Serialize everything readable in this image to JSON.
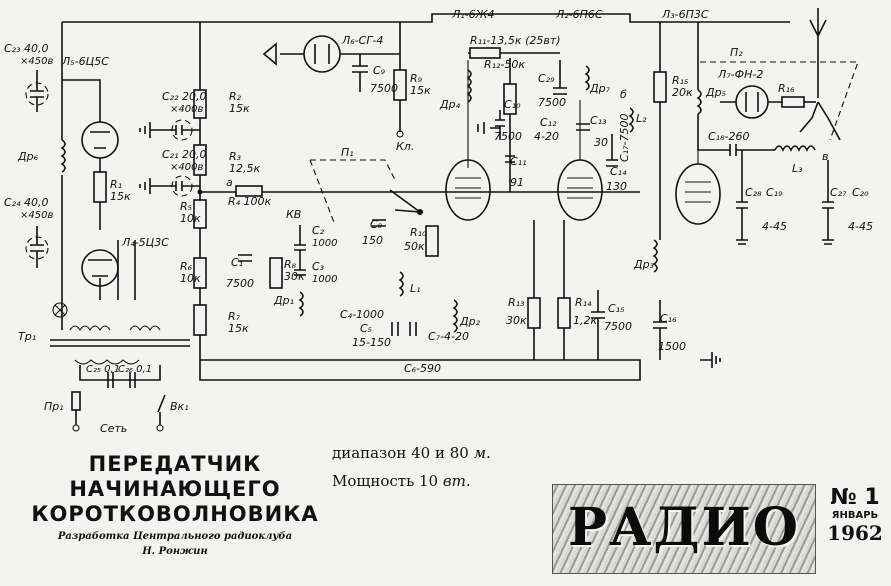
{
  "title_lines": [
    "ПЕРЕДАТЧИК",
    "НАЧИНАЮЩЕГО",
    "КОРОТКОВОЛНОВИКА"
  ],
  "credit_org": "Разработка Центрального радиоклуба",
  "credit_author": "Н. Ронжин",
  "spec_range": {
    "label": "диапазон",
    "value": "40 и 80",
    "unit": "м."
  },
  "spec_power": {
    "label": "Мощность",
    "value": "10",
    "unit": "вт."
  },
  "magazine": {
    "name": "РАДИО",
    "issue": "№ 1",
    "month": "ЯНВАРЬ",
    "year": "1962"
  },
  "tubes": {
    "L1": "Л₁-6Ж4",
    "L2": "Л₂-6П6С",
    "L3": "Л₃-6П3С",
    "L4": "Л₄-5Ц3С",
    "L5": "Л₅-6Ц5С",
    "L6": "Л₆-СГ-4",
    "L7": "Л₇-ФН-2"
  },
  "components": {
    "C23": "C₂₃ 40,0",
    "C23v": "×450в",
    "C24": "C₂₄ 40,0",
    "C24v": "×450в",
    "C22": "C₂₂ 20,0",
    "C22v": "×400в",
    "C21": "C₂₁ 20,0",
    "C21v": "×400в",
    "R1": "R₁",
    "R1v": "15к",
    "R2": "R₂",
    "R2v": "15к",
    "R3": "R₃",
    "R3v": "12,5к",
    "R4": "R₄ 100к",
    "R5": "R₅",
    "R5v": "10к",
    "R6": "R₆",
    "R6v": "10к",
    "R7": "R₇",
    "R7v": "15к",
    "R8": "R₈",
    "R8v": "30к",
    "R9": "R₉",
    "R9v": "15к",
    "R10": "R₁₀",
    "R10v": "50к",
    "R11": "R₁₁-13,5к (25вт)",
    "R12": "R₁₂-50к",
    "R13": "R₁₃",
    "R13v": "30к",
    "R14": "R₁₄",
    "R14v": "1,2к",
    "R15": "R₁₅",
    "R15v": "20к",
    "R16": "R₁₆",
    "C1": "C₁",
    "C1v": "7500",
    "C2": "C₂",
    "C2v": "1000",
    "C3": "C₃",
    "C3v": "1000",
    "C4": "C₄-1000",
    "C5": "C₅",
    "C5v": "15-150",
    "C6": "C₆-590",
    "C7": "C₇-4-20",
    "C8": "C₈",
    "C8v": "150",
    "C9": "C₉",
    "C9v": "7500",
    "C10": "C₁₀",
    "C10v": "7500",
    "C11": "C₁₁",
    "C11v": "91",
    "C12": "C₁₂",
    "C12v": "4-20",
    "C13": "C₁₃",
    "C13v": "30",
    "C14": "C₁₄",
    "C14v": "130",
    "C15": "C₁₅",
    "C15v": "7500",
    "C16": "C₁₆",
    "C16v": "1500",
    "C17": "C₁₇-7500",
    "C18": "C₁₈-260",
    "C19": "C₁₉",
    "C19v": "4-45",
    "C20": "C₂₀",
    "C20v": "4-45",
    "C25": "C₂₅ 0,1",
    "C26": "C₂₆ 0,1",
    "C27": "C₂₇",
    "C28": "C₂₈",
    "C29": "C₂₉",
    "C29v": "7500",
    "Dr1": "Др₁",
    "Dr2": "Др₂",
    "Dr3": "Др₃",
    "Dr4": "Др₄",
    "Dr5": "Др₅",
    "Dr6": "Др₆",
    "Dr7": "Др₇",
    "L1": "L₁",
    "L2": "L₂",
    "L3": "L₃",
    "Tr1": "Тр₁",
    "Pr1": "Пр₁",
    "Vk1": "Вк₁",
    "P1": "П₁",
    "P2": "П₂",
    "a": "а",
    "b": "б",
    "v": "в",
    "KV": "КВ",
    "Kl": "Кл.",
    "mains": "Сеть"
  }
}
